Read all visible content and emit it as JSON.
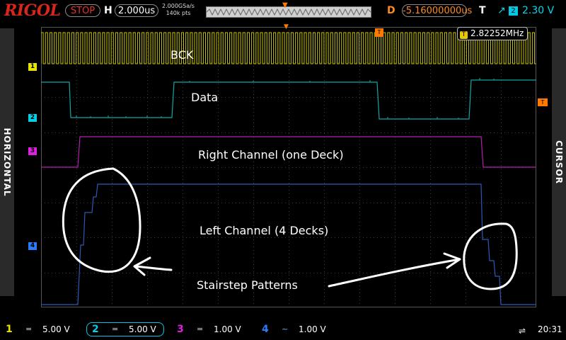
{
  "header": {
    "brand": "RIGOL",
    "run_state": "STOP",
    "horizontal_label": "H",
    "horizontal_scale": "2.000us",
    "sample_rate": "2.000GSa/s",
    "memory_depth": "140k pts",
    "delay_label": "D",
    "delay_value": "-5.16000000us",
    "trigger_label": "T",
    "trigger_channel": "2",
    "trigger_level": "2.30 V"
  },
  "side_tabs": {
    "left": "HORIZONTAL",
    "right": "CURSOR"
  },
  "frequency_counter": "2.82252MHz",
  "channel_markers": [
    "1",
    "2",
    "3",
    "4"
  ],
  "trigger_marker": "T",
  "annotations": {
    "bck": "BCK",
    "data": "Data",
    "right_channel": "Right Channel (one Deck)",
    "left_channel": "Left Channel (4 Decks)",
    "stairstep": "Stairstep Patterns"
  },
  "channels": [
    {
      "num": "1",
      "coupling": "=",
      "scale": "5.00 V",
      "color": "#e8e400"
    },
    {
      "num": "2",
      "coupling": "=",
      "scale": "5.00 V",
      "color": "#00d0e8"
    },
    {
      "num": "3",
      "coupling": "=",
      "scale": "1.00 V",
      "color": "#e020e0"
    },
    {
      "num": "4",
      "coupling": "~",
      "scale": "1.00 V",
      "color": "#2a7cff"
    }
  ],
  "clock": "20:31",
  "colors": {
    "ch1": "#c8c400",
    "ch2": "#10a8a0",
    "ch3": "#b020b0",
    "ch4": "#2a5ab8",
    "trigger": "#ff7a00",
    "grid": "#3c3c3c"
  }
}
